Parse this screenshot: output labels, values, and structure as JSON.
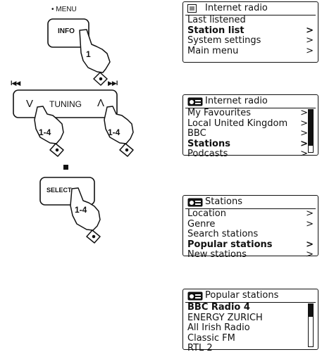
{
  "remote": {
    "menu_label": "• MENU",
    "info_label": "INFO",
    "step_info": "1",
    "tuning_label": "TUNING",
    "tune_down_label": "V",
    "tune_up_label": "Λ",
    "prev_icon": "I◀◀",
    "next_icon": "▶▶I",
    "step_tuning_left": "1-4",
    "step_tuning_right": "1-4",
    "select_label": "SELECT",
    "step_select": "1-4"
  },
  "screens": [
    {
      "title": "Internet radio",
      "icon": "menu-icon",
      "rows": [
        {
          "label": "Last listened",
          "arrow": "",
          "bold": false
        },
        {
          "label": "Station list",
          "arrow": ">",
          "bold": true
        },
        {
          "label": "System settings",
          "arrow": ">",
          "bold": false
        },
        {
          "label": "Main menu",
          "arrow": ">",
          "bold": false
        }
      ]
    },
    {
      "title": "Internet radio",
      "icon": "radio-icon",
      "rows": [
        {
          "label": "My Favourites",
          "arrow": ">",
          "bold": false
        },
        {
          "label": "Local United Kingdom",
          "arrow": ">",
          "bold": false
        },
        {
          "label": "BBC",
          "arrow": ">",
          "bold": false
        },
        {
          "label": "Stations",
          "arrow": ">",
          "bold": true
        },
        {
          "label": "Podcasts",
          "arrow": ">",
          "bold": false
        }
      ],
      "scroll": 0.85
    },
    {
      "title": "Stations",
      "icon": "radio-icon",
      "rows": [
        {
          "label": "Location",
          "arrow": ">",
          "bold": false
        },
        {
          "label": "Genre",
          "arrow": ">",
          "bold": false
        },
        {
          "label": "Search stations",
          "arrow": "",
          "bold": false
        },
        {
          "label": "Popular stations",
          "arrow": ">",
          "bold": true
        },
        {
          "label": "New stations",
          "arrow": ">",
          "bold": false
        }
      ]
    },
    {
      "title": "Popular stations",
      "icon": "radio-icon",
      "rows": [
        {
          "label": "BBC Radio 4",
          "arrow": "",
          "bold": true
        },
        {
          "label": "ENERGY ZURICH",
          "arrow": "",
          "bold": false
        },
        {
          "label": "All Irish Radio",
          "arrow": "",
          "bold": false
        },
        {
          "label": "Classic FM",
          "arrow": "",
          "bold": false
        },
        {
          "label": "RTL 2",
          "arrow": "",
          "bold": false
        }
      ],
      "scroll": 0.3
    }
  ]
}
